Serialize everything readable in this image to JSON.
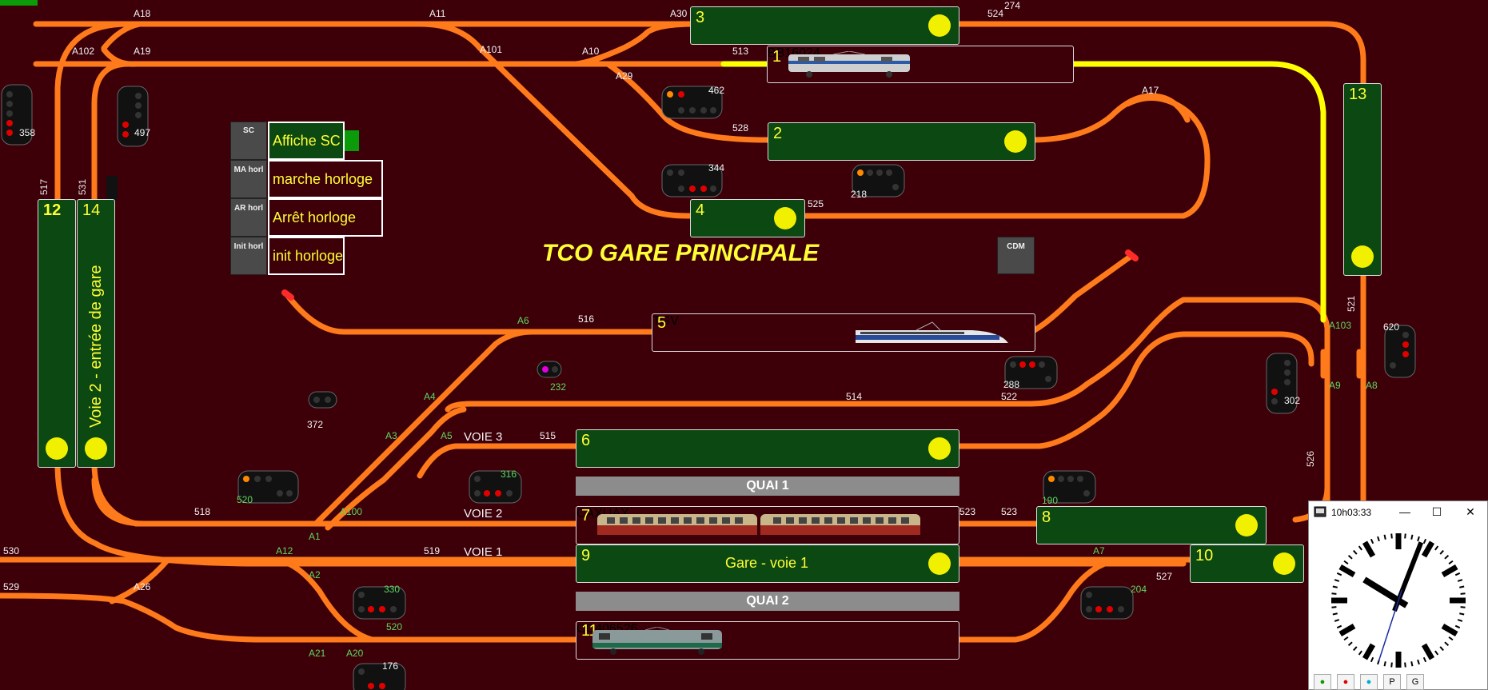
{
  "title": "TCO GARE PRINCIPALE",
  "switches": [
    "A18",
    "A11",
    "A30",
    "A102",
    "A19",
    "A101",
    "A10",
    "A29",
    "A17",
    "A6",
    "A4",
    "A3",
    "A5",
    "A100",
    "A1",
    "A12",
    "A2",
    "A26",
    "A21",
    "A20",
    "A7",
    "A103",
    "A9",
    "A8"
  ],
  "detectors": [
    "524",
    "274",
    "513",
    "462",
    "528",
    "344",
    "218",
    "525",
    "358",
    "497",
    "517",
    "531",
    "516",
    "232",
    "288",
    "522",
    "514",
    "372",
    "521",
    "620",
    "302",
    "515",
    "520",
    "316",
    "518",
    "190",
    "523",
    "523",
    "526",
    "530",
    "519",
    "529",
    "330",
    "520",
    "176",
    "204",
    "527"
  ],
  "blocks": {
    "b3": {
      "num": "3"
    },
    "b1": {
      "num": "1",
      "label": "BB16024"
    },
    "b2": {
      "num": "2"
    },
    "b4": {
      "num": "4"
    },
    "b13": {
      "num": "13"
    },
    "b12": {
      "num": "12"
    },
    "b14": {
      "num": "14",
      "label": "Voie 2 - entrée de gare"
    },
    "b5": {
      "num": "5",
      "label": "TGV"
    },
    "b6": {
      "num": "6"
    },
    "b7": {
      "num": "7",
      "label": "CAXUAX"
    },
    "b8": {
      "num": "8"
    },
    "b9": {
      "num": "9",
      "label": "Gare - voie 1"
    },
    "b10": {
      "num": "10"
    },
    "b11": {
      "num": "11",
      "label": "CC406526"
    }
  },
  "track_labels": {
    "voie3": "VOIE 3",
    "voie2": "VOIE 2",
    "voie1": "VOIE 1"
  },
  "quais": [
    "QUAI 1",
    "QUAI 2"
  ],
  "buttons": [
    {
      "short": "SC",
      "label": "Affiche SC"
    },
    {
      "short": "MA horl",
      "label": "marche horloge"
    },
    {
      "short": "AR horl",
      "label": "Arrêt horloge"
    },
    {
      "short": "Init horl",
      "label": "init horloge"
    }
  ],
  "cdm": "CDM",
  "clock": {
    "window_title": "10h03:33",
    "minimize": "—",
    "maximize": "☐",
    "close": "✕",
    "tools": [
      "●",
      "●",
      "●",
      "P",
      "G"
    ],
    "hour": 10,
    "minute": 3,
    "second": 33
  },
  "colors": {
    "background": "#3d0009",
    "track": "#ff7a1a",
    "occupied_track": "#ffff00",
    "block_fill": "#0c4812",
    "dot": "#f0f000"
  }
}
